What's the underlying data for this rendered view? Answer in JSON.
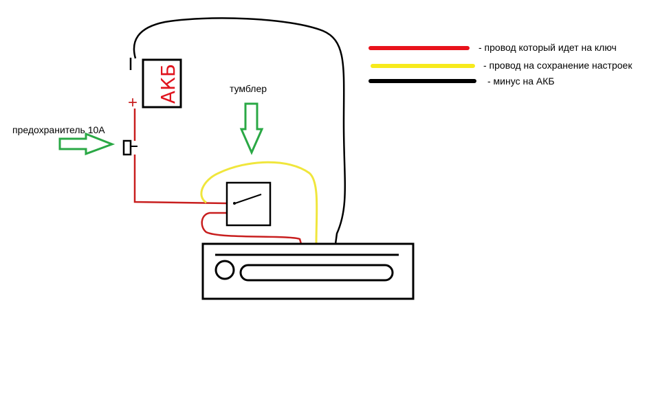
{
  "labels": {
    "fuse": "предохранитель 10А",
    "toggle": "тумблер",
    "battery": "АКБ",
    "plus_sign": "+",
    "minus_sign": "-"
  },
  "legend": [
    {
      "text": "- провод который идет на ключ",
      "color": "#e8121b"
    },
    {
      "text": "- провод на сохранение настроек",
      "color": "#f7ea1c"
    },
    {
      "text": "- минус на АКБ",
      "color": "#000000"
    }
  ],
  "colors": {
    "red_wire": "#c81e1e",
    "yellow_wire": "#f0e63c",
    "black_wire": "#000000",
    "arrow_outline": "#2aa845",
    "battery_label": "#e0141e"
  }
}
